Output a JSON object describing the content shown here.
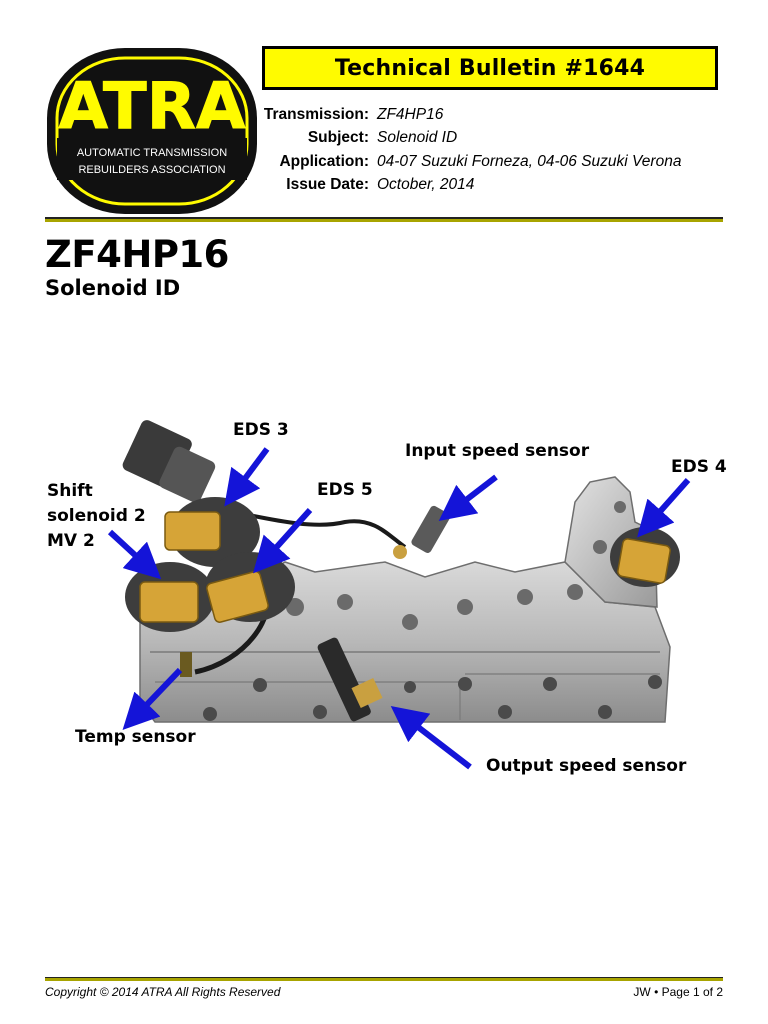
{
  "logo": {
    "wordmark": "ATRA",
    "line1": "AUTOMATIC TRANSMISSION",
    "line2": "REBUILDERS  ASSOCIATION"
  },
  "bulletin": {
    "title": "Technical Bulletin #1644"
  },
  "meta": [
    {
      "label": "Transmission:",
      "value": "ZF4HP16"
    },
    {
      "label": "Subject:",
      "value": "Solenoid ID"
    },
    {
      "label": "Application:",
      "value": "04-07 Suzuki Forneza, 04-06 Suzuki Verona"
    },
    {
      "label": "Issue Date:",
      "value": "October, 2014"
    }
  ],
  "heading": {
    "title": "ZF4HP16",
    "subtitle": "Solenoid ID"
  },
  "figure": {
    "labels": {
      "eds3": "EDS 3",
      "input_speed_sensor": "Input speed sensor",
      "eds4": "EDS 4",
      "shift_solenoid": "Shift solenoid 2 MV 2",
      "eds5": "EDS 5",
      "temp_sensor": "Temp sensor",
      "output_speed_sensor": "Output speed sensor"
    },
    "arrow_color": "#1414d8"
  },
  "footer": {
    "copyright": "Copyright © 2014 ATRA All Rights Reserved",
    "page": "JW • Page 1 of 2"
  },
  "colors": {
    "accent_yellow": "#fffb00",
    "rule_olive": "#a8a400",
    "logo_black": "#111111"
  }
}
